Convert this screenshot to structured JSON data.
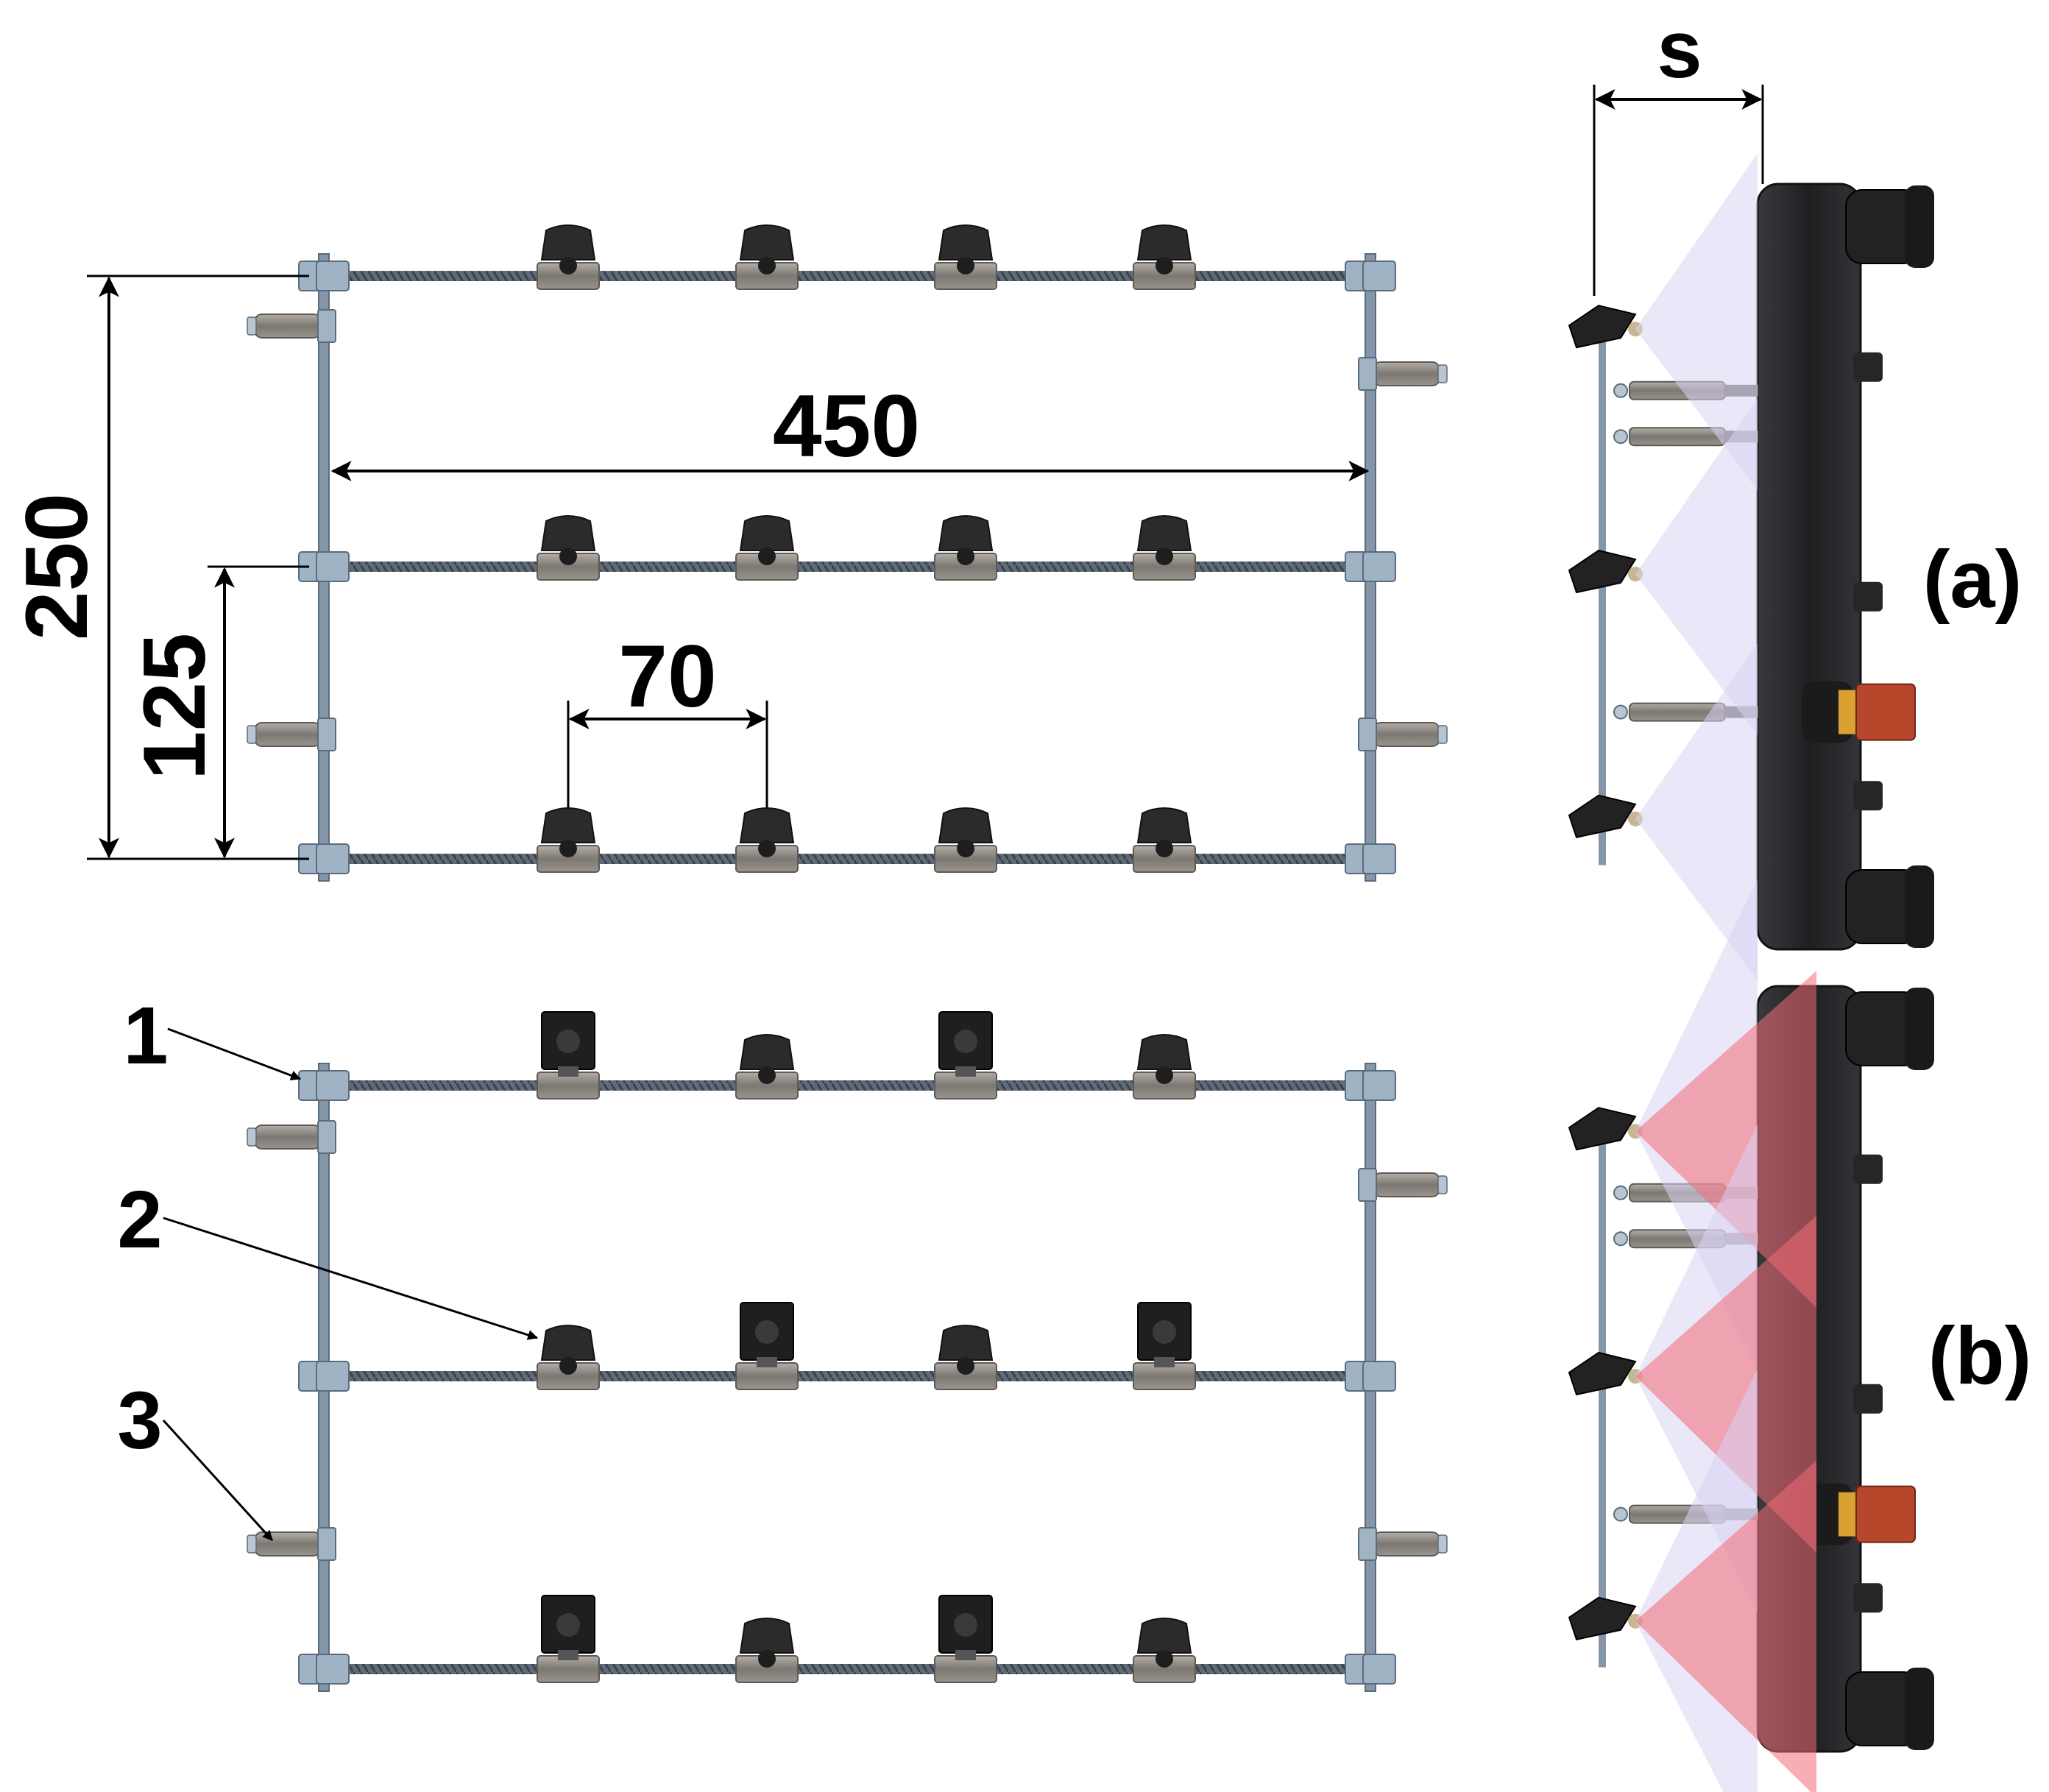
{
  "dimensions": {
    "width_label": "450",
    "height_label": "250",
    "half_height_label": "125",
    "nozzle_spacing_label": "70",
    "offset_label": "s"
  },
  "callouts": [
    "1",
    "2",
    "3"
  ],
  "panels": [
    "(a)",
    "(b)"
  ],
  "colors": {
    "frame": "#8496a8",
    "rod": "#5f6b78",
    "nozzle_body": "#2b2b2b",
    "fitting": "#8a8580",
    "spray_light": "#d9d4f2",
    "spray_red": "#f36b77",
    "housing": "#2a2a2c",
    "red_fitting": "#b7472b",
    "brass": "#d9a032"
  },
  "layout_a": {
    "rows": [
      [
        "type1",
        "type1",
        "type1",
        "type1"
      ],
      [
        "type1",
        "type1",
        "type1",
        "type1"
      ],
      [
        "type1",
        "type1",
        "type1",
        "type1"
      ]
    ]
  },
  "layout_b": {
    "rows": [
      [
        "type2",
        "type1",
        "type2",
        "type1"
      ],
      [
        "type1",
        "type2",
        "type1",
        "type2"
      ],
      [
        "type2",
        "type1",
        "type2",
        "type1"
      ]
    ]
  }
}
